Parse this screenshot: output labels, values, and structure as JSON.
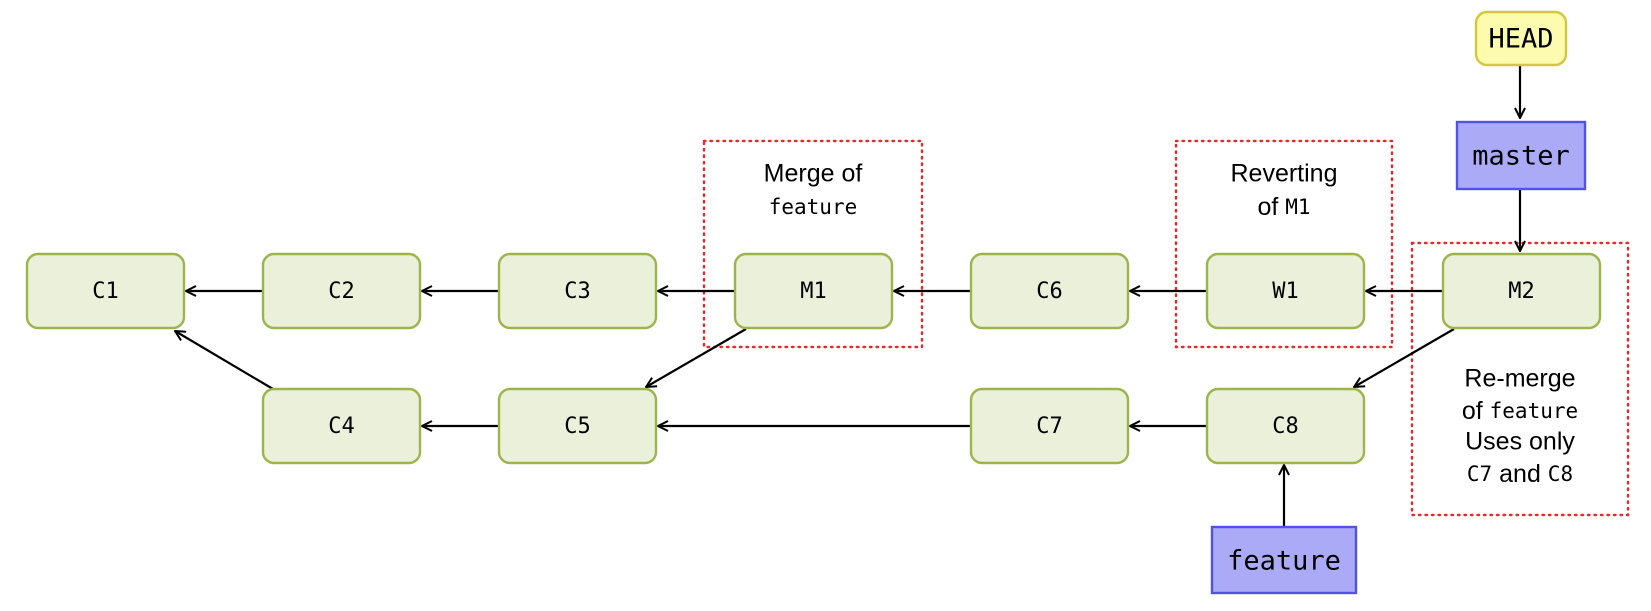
{
  "commits": {
    "c1": "C1",
    "c2": "C2",
    "c3": "C3",
    "m1": "M1",
    "c6": "C6",
    "w1": "W1",
    "m2": "M2",
    "c4": "C4",
    "c5": "C5",
    "c7": "C7",
    "c8": "C8"
  },
  "refs": {
    "head": "HEAD",
    "master": "master",
    "feature": "feature"
  },
  "annotations": {
    "merge": {
      "line1": "Merge of",
      "line2_code": "feature"
    },
    "revert": {
      "line1": "Reverting",
      "line2_prefix": "of ",
      "line2_code": "M1"
    },
    "remerge": {
      "line1": "Re-merge",
      "line2_prefix": "of ",
      "line2_code": "feature",
      "line3": "Uses only",
      "line4_code_a": "C7",
      "line4_mid": " and ",
      "line4_code_b": "C8"
    }
  },
  "colors": {
    "commit_fill": "#eaf0da",
    "commit_stroke": "#9cb54a",
    "ref_fill": "#aaaaf7",
    "ref_stroke": "#5252e6",
    "head_fill": "#fdfbad",
    "head_stroke": "#d4c73a",
    "annotation_frame": "#e8282b"
  }
}
